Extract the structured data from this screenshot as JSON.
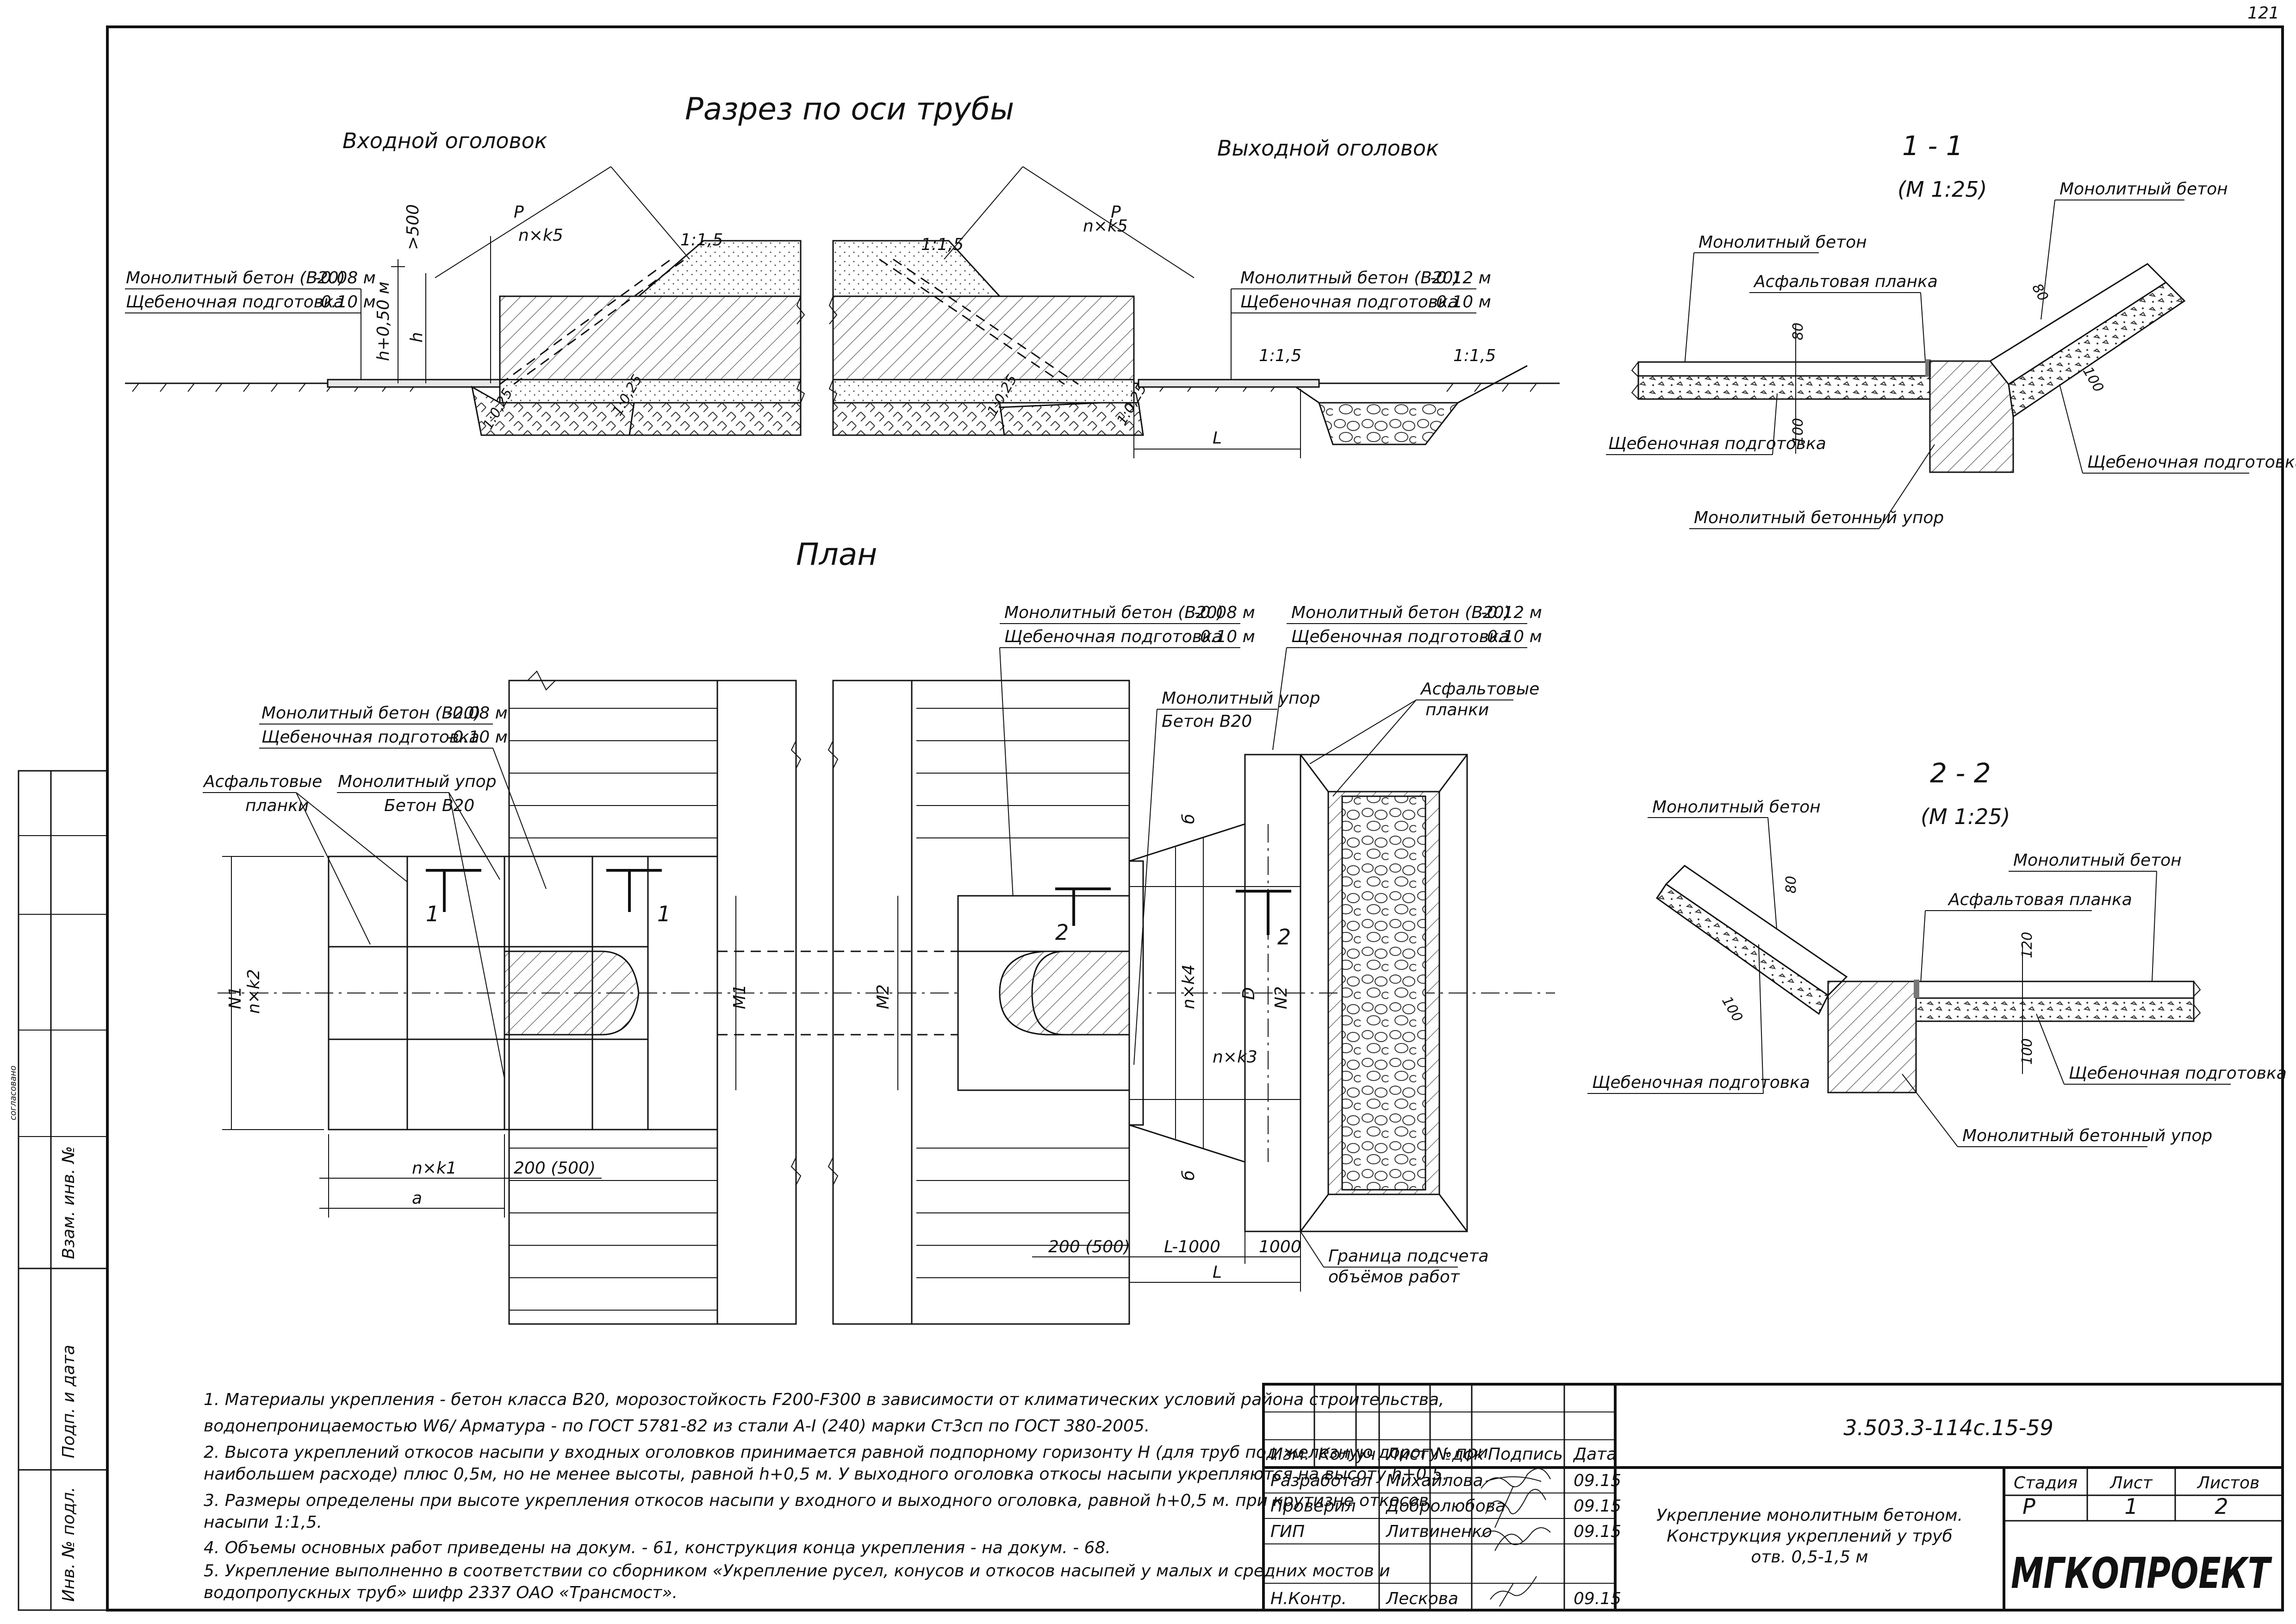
{
  "sheet_number": "121",
  "section_axis": {
    "title": "Разрез по оси трубы",
    "inlet_label": "Входной оголовок",
    "outlet_label": "Выходной оголовок",
    "inlet_layers": [
      {
        "name": "Монолитный бетон (В20)",
        "value": "-0.08 м"
      },
      {
        "name": "Щебеночная подготовка",
        "value": "-0.10 м"
      }
    ],
    "outlet_layers": [
      {
        "name": "Монолитный бетон (В20)",
        "value": "-0.12 м"
      },
      {
        "name": "Щебеночная подготовка",
        "value": "-0.10 м"
      }
    ],
    "dims": {
      "h500": ">500",
      "h050": "h+0,50 м",
      "h": "h",
      "P": "P",
      "nks": "n×k5",
      "slope": "1:1,5",
      "slope2": "1:0,25",
      "L": "L"
    }
  },
  "section_1_1": {
    "title": "1 - 1",
    "scale": "(М 1:25)",
    "labels": {
      "concrete_left": "Монолитный бетон",
      "concrete_right": "Монолитный бетон",
      "asphalt": "Асфальтовая планка",
      "gravel_left": "Щебеночная подготовка",
      "gravel_right": "Щебеночная подготовка",
      "stop": "Монолитный бетонный упор"
    },
    "dims": {
      "d80": "80",
      "d100": "100"
    }
  },
  "section_2_2": {
    "title": "2 - 2",
    "scale": "(М 1:25)",
    "labels": {
      "concrete_left": "Монолитный бетон",
      "concrete_right": "Монолитный бетон",
      "asphalt": "Асфальтовая планка",
      "gravel_left": "Щебеночная подготовка",
      "gravel_right": "Щебеночная подготовка",
      "stop": "Монолитный бетонный упор"
    },
    "dims": {
      "d80": "80",
      "d100": "100",
      "d120": "120"
    }
  },
  "plan": {
    "title": "План",
    "layers_left": [
      {
        "name": "Монолитный бетон (В20)",
        "value": "-0.08 м"
      },
      {
        "name": "Щебеночная подготовка",
        "value": "-0.10 м"
      }
    ],
    "layers_mid": [
      {
        "name": "Монолитный бетон (В20)",
        "value": "-0.08 м"
      },
      {
        "name": "Щебеночная подготовка",
        "value": "-0.10 м"
      }
    ],
    "layers_right": [
      {
        "name": "Монолитный бетон (В20)",
        "value": "-0.12 м"
      },
      {
        "name": "Щебеночная подготовка",
        "value": "-0.10 м"
      }
    ],
    "asphalt_left": "Асфальтовые\nпланки",
    "asphalt_left_l1": "Асфальтовые",
    "asphalt_left_l2": "планки",
    "stop_left_l1": "Монолитный упор",
    "stop_left_l2": "Бетон В20",
    "stop_right_l1": "Монолитный упор",
    "stop_right_l2": "Бетон В20",
    "asphalt_right_l1": "Асфальтовые",
    "asphalt_right_l2": "планки",
    "boundary_l1": "Граница подсчета",
    "boundary_l2": "объёмов работ",
    "dims": {
      "N1": "N1",
      "nk2": "n×k2",
      "M1": "M1",
      "M2": "M2",
      "nk4": "n×k4",
      "D": "D",
      "N2": "N2",
      "nk3": "n×k3",
      "b": "б",
      "nk1": "n×k1",
      "a": "а",
      "d200": "200 (500)",
      "L1000": "L-1000",
      "d1000": "1000",
      "L": "L"
    },
    "cut_marks": {
      "one": "1",
      "two": "2"
    }
  },
  "notes": [
    "1.   Материалы укрепления - бетон класса В20, морозостойкость F200-F300 в зависимости от климатических условий района строительства,",
    "       водонепроницаемостью W6/ Арматура - по ГОСТ 5781-82 из стали  А-I (240) марки Ст3сп по ГОСТ 380-2005.",
    "2.   Высота укреплений откосов насыпи у входных оголовков принимается равной подпорному горизонту H (для труб под железную дорогу - при",
    "       наибольшем расходе) плюс 0,5м, но не менее высоты, равной h+0,5 м. У выходного оголовка откосы насыпи укрепляются на высоту h+0,5.",
    "3.   Размеры определены при высоте укрепления откосов насыпи у входного и выходного оголовка, равной h+0,5 м.  при крутизне откосов",
    "       насыпи 1:1,5.",
    "4.   Объемы основных работ приведены на докум. - 61, конструкция конца укрепления - на докум. - 68.",
    "5.   Укрепление выполненно в соответствии со сборником «Укрепление русел, конусов и откосов насыпей у малых и средних мостов и",
    "       водопропускных труб» шифр 2337 ОАО  «Трансмост»."
  ],
  "left_strip": {
    "vzam": "Взам. инв. №",
    "podp": "Подп. и дата",
    "inv": "Инв. № подл.",
    "small": "согласовано"
  },
  "title_block": {
    "code": "3.503.3-114с.15-59",
    "header": [
      "Изм.",
      "Кол.уч",
      "Лист",
      "№док",
      "Подпись",
      "Дата"
    ],
    "rows": [
      {
        "role": "Разработал",
        "name": "Михайлова",
        "date": "09.15"
      },
      {
        "role": "Проверил",
        "name": "Добролюбова",
        "date": "09.15"
      },
      {
        "role": "ГИП",
        "name": "Литвиненко",
        "date": "09.15"
      },
      {
        "role": "Н.Контр.",
        "name": "Лескова",
        "date": "09.15"
      }
    ],
    "desc_l1": "Укрепление монолитным бетоном.",
    "desc_l2": "Конструкция укреплений у труб",
    "desc_l3": "отв. 0,5-1,5 м",
    "stage_head": "Стадия",
    "sheet_head": "Лист",
    "sheets_head": "Листов",
    "stage": "Р",
    "sheet": "1",
    "sheets": "2",
    "company": "МГКОПРОЕКТ"
  }
}
